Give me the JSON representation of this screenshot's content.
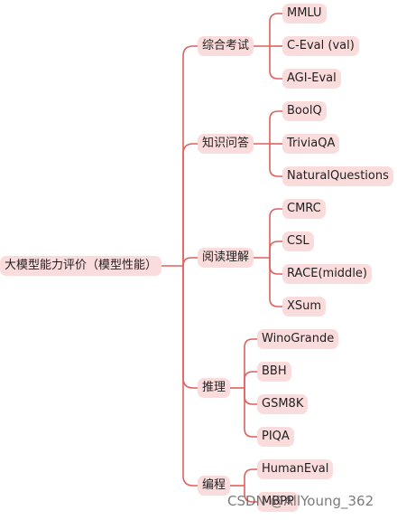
{
  "root": {
    "label": "大模型能力评价（模型性能）"
  },
  "categories": [
    {
      "label": "综合考试",
      "children": [
        "MMLU",
        "C-Eval (val)",
        "AGI-Eval"
      ]
    },
    {
      "label": "知识问答",
      "children": [
        "BoolQ",
        "TriviaQA",
        "NaturalQuestions"
      ]
    },
    {
      "label": "阅读理解",
      "children": [
        "CMRC",
        "CSL",
        "RACE(middle)",
        "XSum"
      ]
    },
    {
      "label": "推理",
      "children": [
        "WinoGrande",
        "BBH",
        "GSM8K",
        "PIQA"
      ]
    },
    {
      "label": "编程",
      "children": [
        "HumanEval",
        "MBPP"
      ]
    }
  ],
  "watermark": "CSDN @AllYoung_362",
  "colors": {
    "node_fill": "#fbdcdc",
    "link": "#e0605e"
  }
}
